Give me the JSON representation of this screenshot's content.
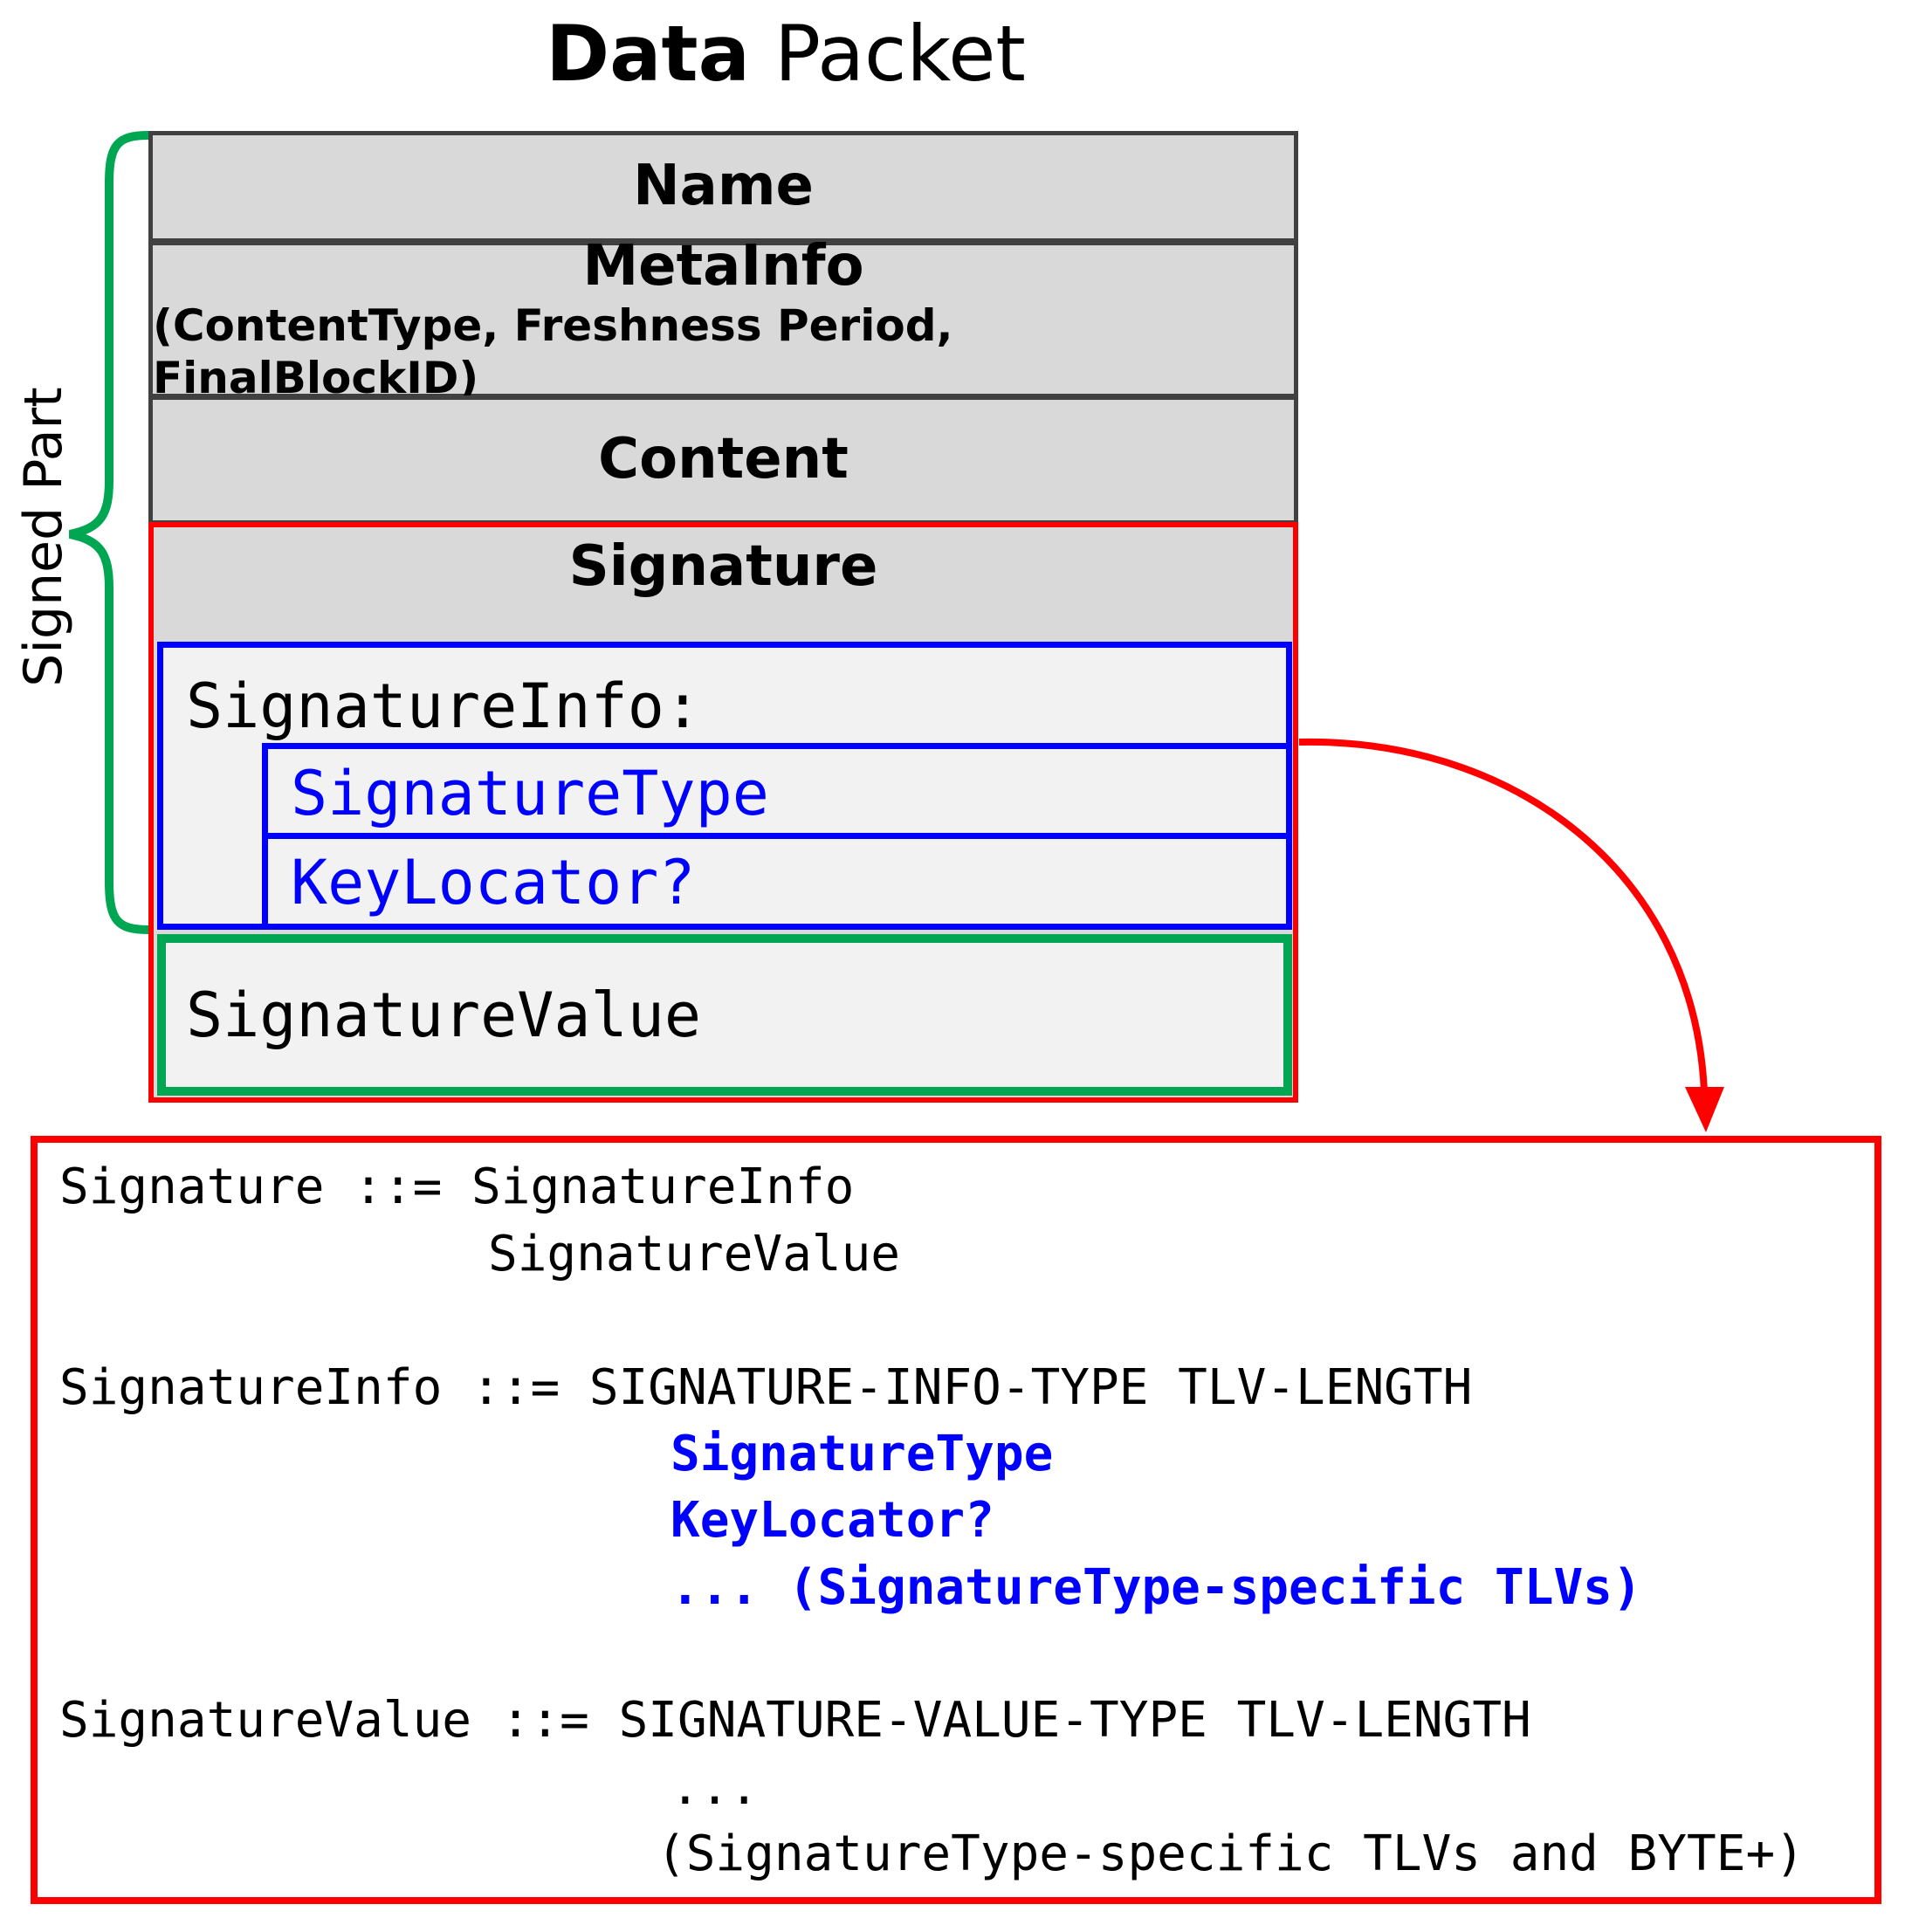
{
  "title": {
    "bold": "Data",
    "rest": " Packet"
  },
  "bracket_label": "Signed Part",
  "fields": {
    "name": "Name",
    "metainfo": "MetaInfo",
    "metainfo_sub": "(ContentType, Freshness Period, FinalBlockID)",
    "content": "Content",
    "signature": "Signature",
    "signature_info": "SignatureInfo:",
    "signature_type": "SignatureType",
    "key_locator": "KeyLocator?",
    "signature_value": "SignatureValue"
  },
  "definition": {
    "sig_l1": "Signature ::= SignatureInfo",
    "sig_l2": "SignatureValue",
    "info_l1": "SignatureInfo ::= SIGNATURE-INFO-TYPE TLV-LENGTH",
    "info_l2": "SignatureType",
    "info_l3": "KeyLocator?",
    "info_l4": "... (SignatureType-specific TLVs)",
    "value_l1": "SignatureValue ::= SIGNATURE-VALUE-TYPE TLV-LENGTH",
    "value_l2": "...",
    "value_l3": "(SignatureType-specific TLVs and BYTE+)"
  },
  "colors": {
    "signature_border": "#ff0000",
    "signature_info_border": "#0000ff",
    "signature_value_border": "#00a651",
    "bracket": "#00a651",
    "field_fill": "#d9d9d9",
    "inner_fill": "#f2f2f2"
  }
}
